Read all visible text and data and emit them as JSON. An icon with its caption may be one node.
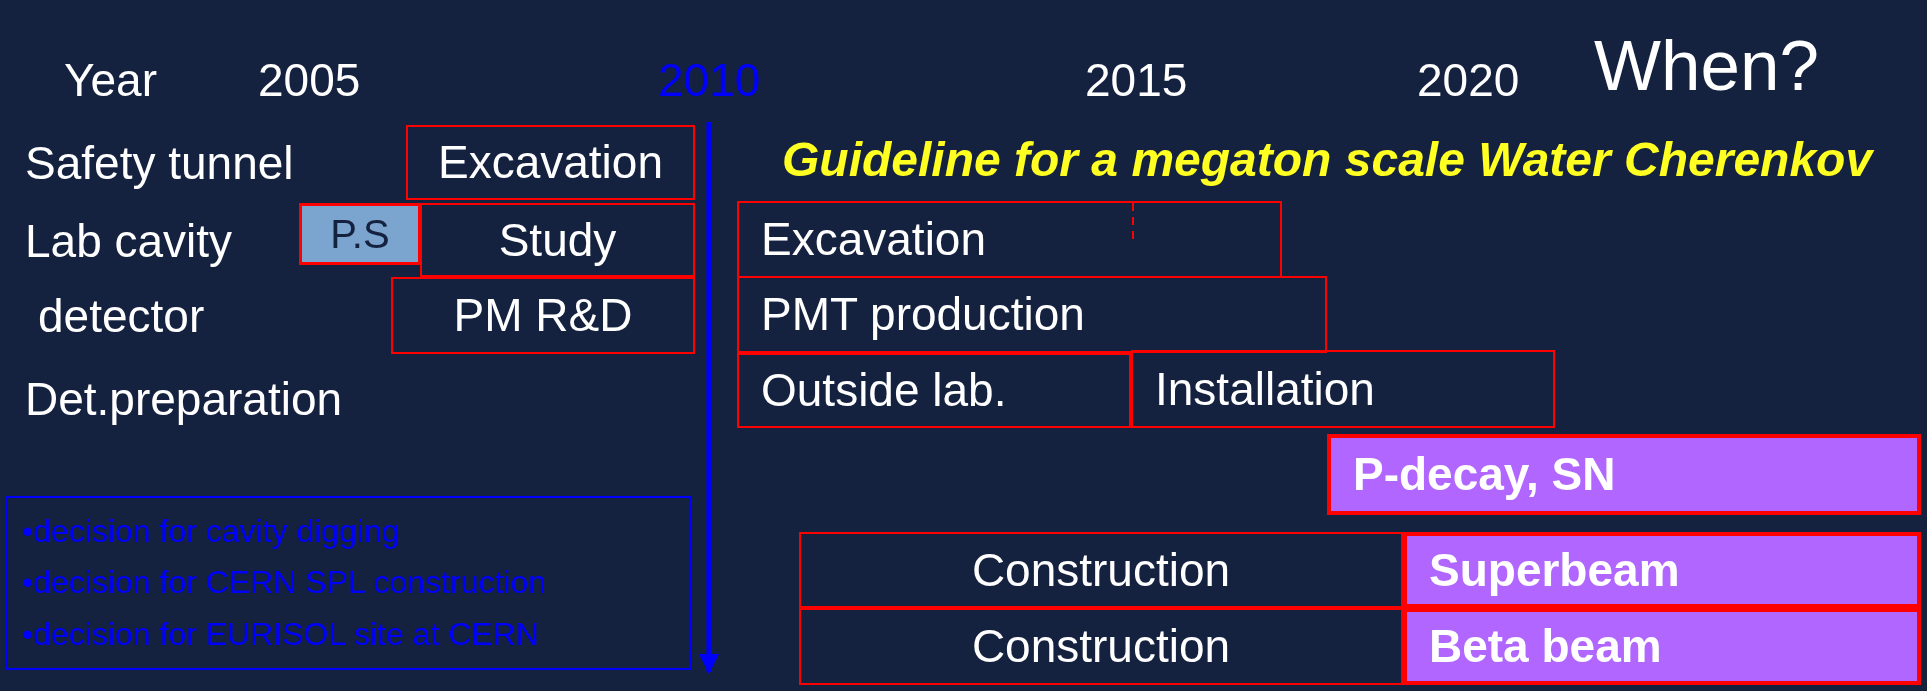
{
  "diagram": {
    "title": "When?",
    "nodes": [
      {
        "text": [
          "Excavation"
        ]
      },
      {
        "text": [
          "P.S"
        ]
      },
      {
        "text": [
          "Study"
        ]
      },
      {
        "text": [
          "Excavation"
        ]
      },
      {
        "text": [
          "PM R&D"
        ]
      },
      {
        "text": [
          "PMT production"
        ]
      },
      {
        "text": [
          "Outside lab."
        ]
      },
      {
        "text": [
          "Installation"
        ]
      },
      {
        "text": [
          "P-decay, SN"
        ]
      },
      {
        "text": [
          "•decision for cavity digging",
          "•decision for CERN SPL construction",
          "•decision for EURISOL site at CERN"
        ]
      },
      {
        "text": [
          "Construction"
        ]
      },
      {
        "text": [
          "Superbeam"
        ]
      },
      {
        "text": [
          "Construction"
        ]
      },
      {
        "text": [
          "Beta beam"
        ]
      }
    ],
    "edges": [],
    "labels": [
      "Year",
      "2005",
      "2010",
      "2015",
      "2020",
      "Safety tunnel",
      "Guideline for a megaton scale Water Cherenkov",
      "Lab cavity",
      "detector",
      "Det.preparation"
    ]
  }
}
